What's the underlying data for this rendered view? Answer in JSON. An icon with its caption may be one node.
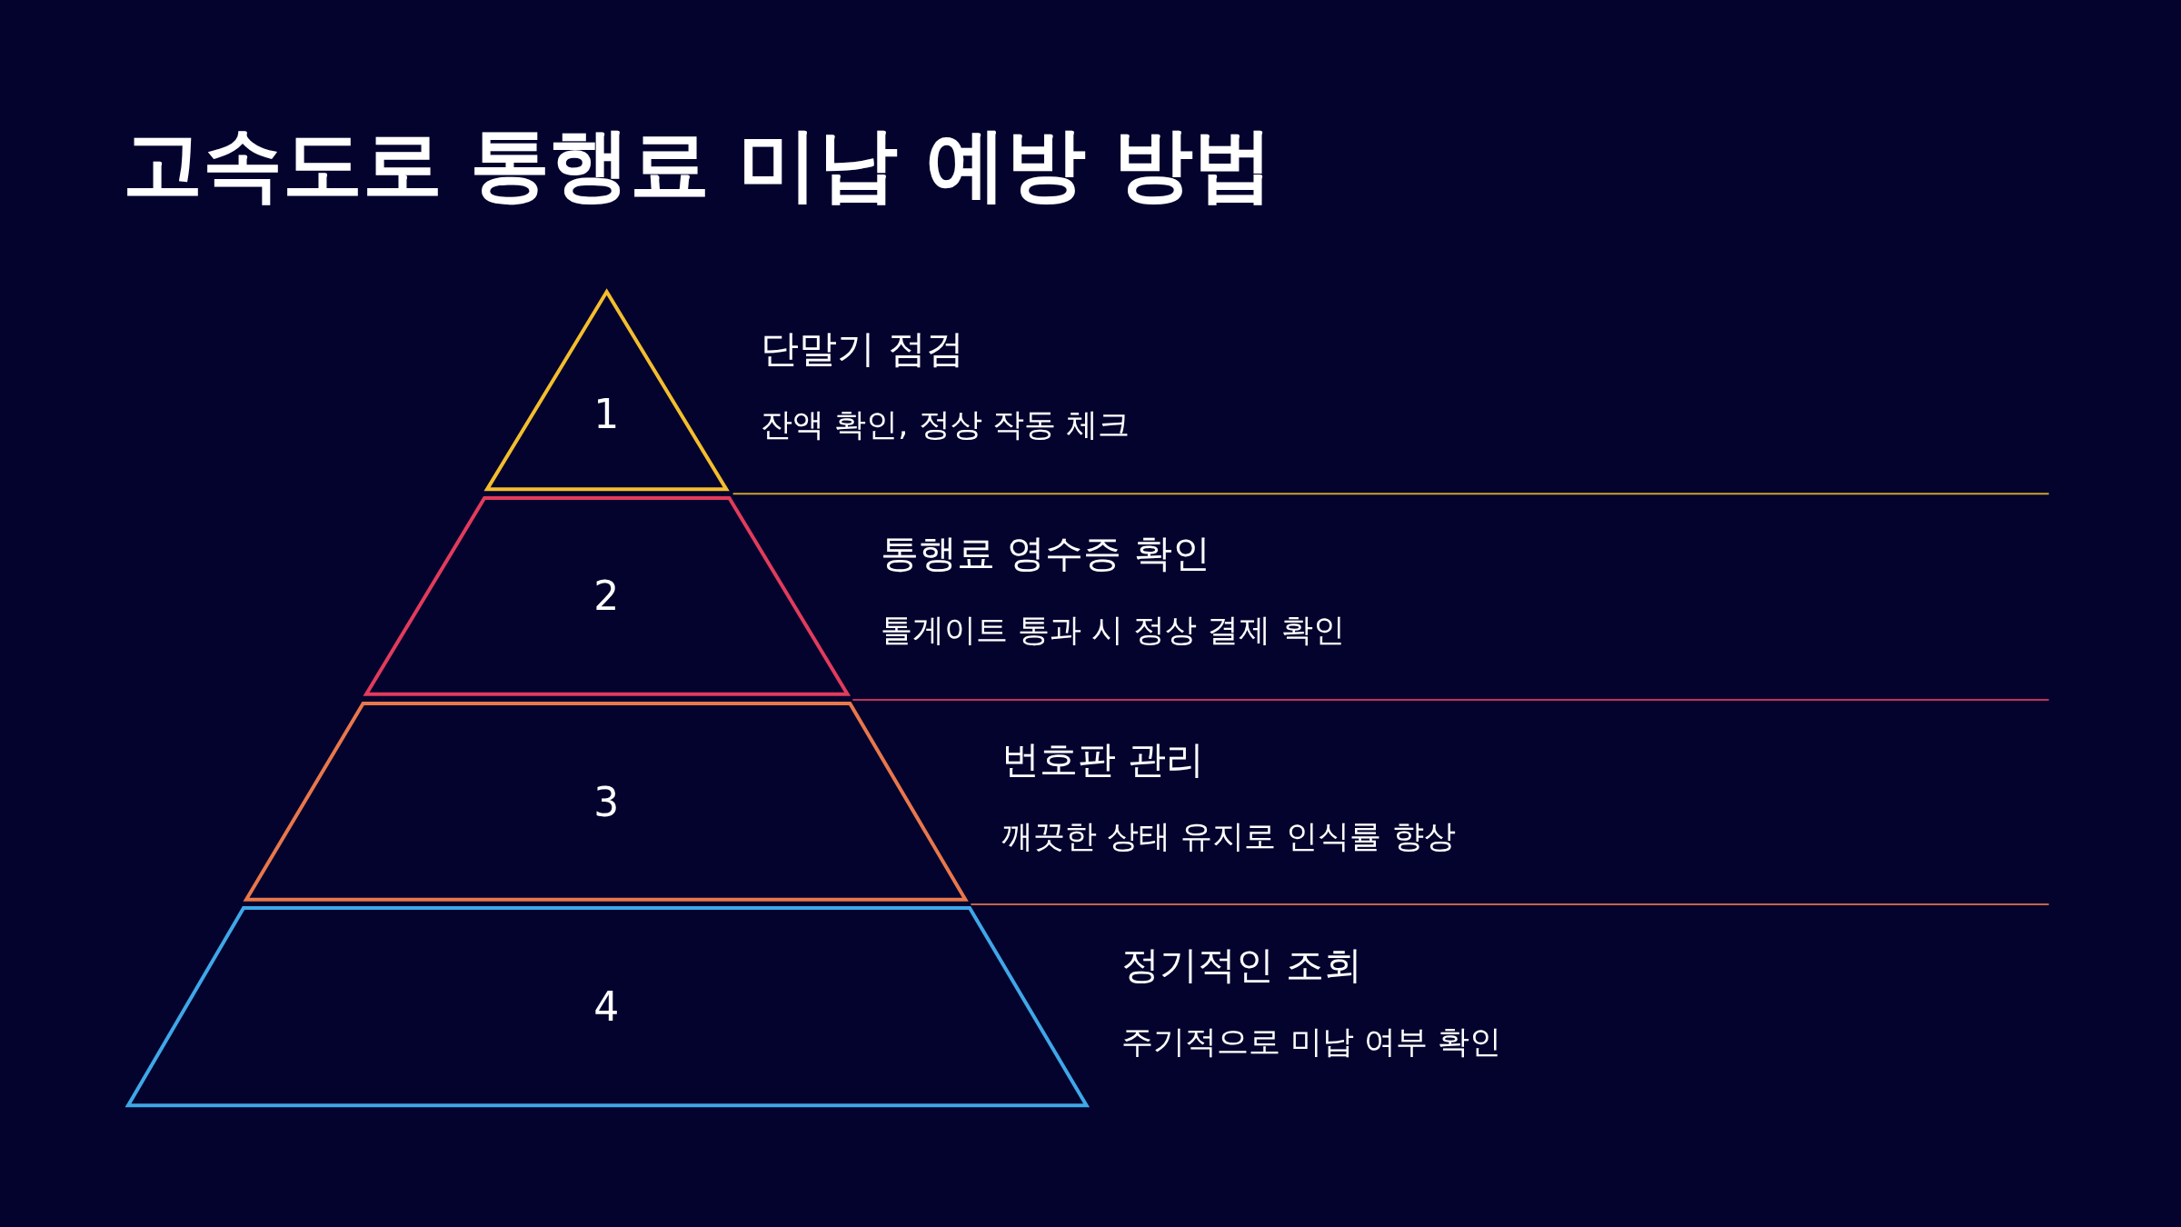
{
  "diagram": {
    "title": "고속도로 통행료 미납 예방 방법",
    "nodes": [
      {
        "text": [
          "1"
        ],
        "beside": [
          "단말기 점검",
          "잔액 확인, 정상 작동 체크"
        ]
      },
      {
        "text": [
          "2"
        ],
        "beside": [
          "통행료 영수증 확인",
          "톨게이트 통과 시 정상 결제 확인"
        ]
      },
      {
        "text": [
          "3"
        ],
        "beside": [
          "번호판 관리",
          "깨끗한 상태 유지로 인식률 향상"
        ]
      },
      {
        "text": [
          "4"
        ],
        "beside": [
          "정기적인 조회",
          "주기적으로 미납 여부 확인"
        ]
      }
    ],
    "edges": []
  }
}
